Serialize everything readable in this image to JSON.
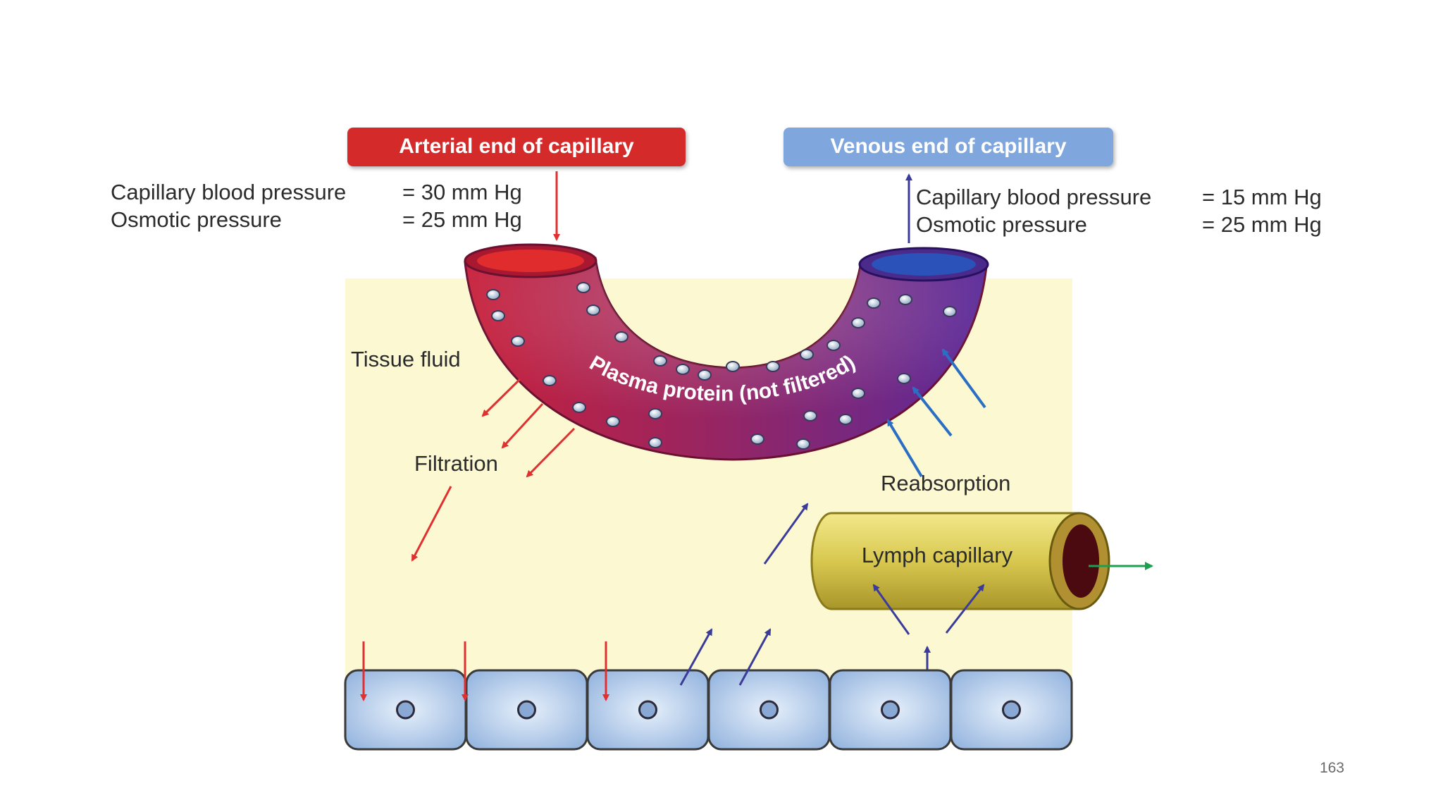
{
  "colors": {
    "arterial": "#d42b2b",
    "venous": "#7fa6dd",
    "tissue_fluid": "#fbf8d2",
    "filtration_arrow": "#e03030",
    "reabsorption_arrow": "#3b3b9a",
    "lymph": "#d8c850",
    "lymph_outflow_arrow": "#1aa050",
    "cell": "#a9c3e6"
  },
  "arterial": {
    "title": "Arterial end of capillary",
    "bp_label": "Capillary blood pressure",
    "bp_value": "= 30 mm Hg",
    "osm_label": "Osmotic pressure",
    "osm_value": "= 25 mm Hg"
  },
  "venous": {
    "title": "Venous end of capillary",
    "bp_label": "Capillary blood pressure",
    "bp_value": "= 15 mm Hg",
    "osm_label": "Osmotic pressure",
    "osm_value": "= 25 mm Hg"
  },
  "capillary_label": "Plasma protein (not filtered)",
  "tissue_fluid_label": "Tissue fluid",
  "filtration_label": "Filtration",
  "reabsorption_label": "Reabsorption",
  "lymph_label": "Lymph capillary",
  "cell_count": 6,
  "slide_number": "163"
}
